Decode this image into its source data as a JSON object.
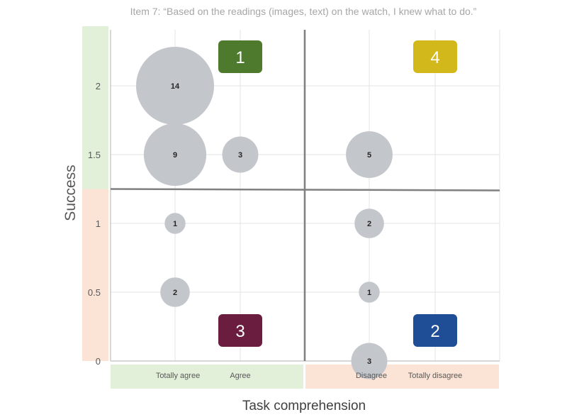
{
  "chart_data": {
    "type": "scatter",
    "title": "Item 7: “Based on the readings (images, text) on the watch, I knew what to do.”",
    "xlabel": "Task comprehension",
    "ylabel": "Success",
    "categories": [
      "Totally agree",
      "Agree",
      "",
      "Disagree",
      "Totally disagree"
    ],
    "y_ticks": [
      "0",
      "0.5",
      "1",
      "1.5",
      "2"
    ],
    "ylim": [
      0,
      2
    ],
    "grid": true,
    "bubbles": [
      {
        "x": "Totally agree",
        "y": 2,
        "count": 14,
        "label": "14"
      },
      {
        "x": "Totally agree",
        "y": 1.5,
        "count": 9,
        "label": "9"
      },
      {
        "x": "Agree",
        "y": 1.5,
        "count": 3,
        "label": "3"
      },
      {
        "x": "Disagree",
        "y": 1.5,
        "count": 5,
        "label": "5"
      },
      {
        "x": "Totally agree",
        "y": 1,
        "count": 1,
        "label": "1"
      },
      {
        "x": "Disagree",
        "y": 1,
        "count": 2,
        "label": "2"
      },
      {
        "x": "Totally agree",
        "y": 0.5,
        "count": 2,
        "label": "2"
      },
      {
        "x": "Disagree",
        "y": 0.5,
        "count": 1,
        "label": "1"
      },
      {
        "x": "Disagree",
        "y": 0,
        "count": 3,
        "label": "3"
      }
    ],
    "quadrant_labels": [
      {
        "label": "1",
        "position": "top-left",
        "color": "#4e7a2e"
      },
      {
        "label": "4",
        "position": "top-right",
        "color": "#d2b81a"
      },
      {
        "label": "3",
        "position": "bottom-left",
        "color": "#6b1d3f"
      },
      {
        "label": "2",
        "position": "bottom-right",
        "color": "#1f4e96"
      }
    ],
    "colors": {
      "bubble": "#c3c6cb",
      "success_band": "#e2efd9",
      "failure_band": "#fbe4d5",
      "divider": "#808080",
      "grid": "#e3e3e3"
    }
  }
}
